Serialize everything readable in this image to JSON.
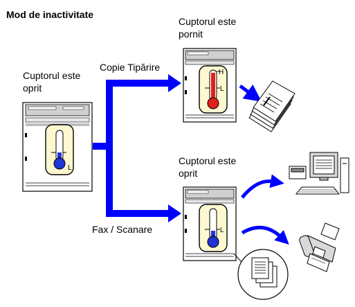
{
  "title": "Mod de inactivitate",
  "left_state": {
    "line1": "Cuptorul este",
    "line2": "oprit"
  },
  "top_state": {
    "line1": "Cuptorul este",
    "line2": "pornit"
  },
  "bottom_state": {
    "line1": "Cuptorul este",
    "line2": "oprit"
  },
  "path_copy_print": "Copie Tipărire",
  "path_fax_scan": "Fax / Scanare",
  "thermo_high": "H",
  "thermo_low": "L",
  "colors": {
    "arrow": "#0000ff",
    "hot": "#e0201a",
    "cold": "#1f35d6",
    "thermo_bg": "#fdf8d0"
  },
  "icons": [
    "printer-icon",
    "thermometer-icon",
    "printed-pages-icon",
    "computer-icon",
    "fax-machine-icon",
    "document-stack-icon"
  ]
}
